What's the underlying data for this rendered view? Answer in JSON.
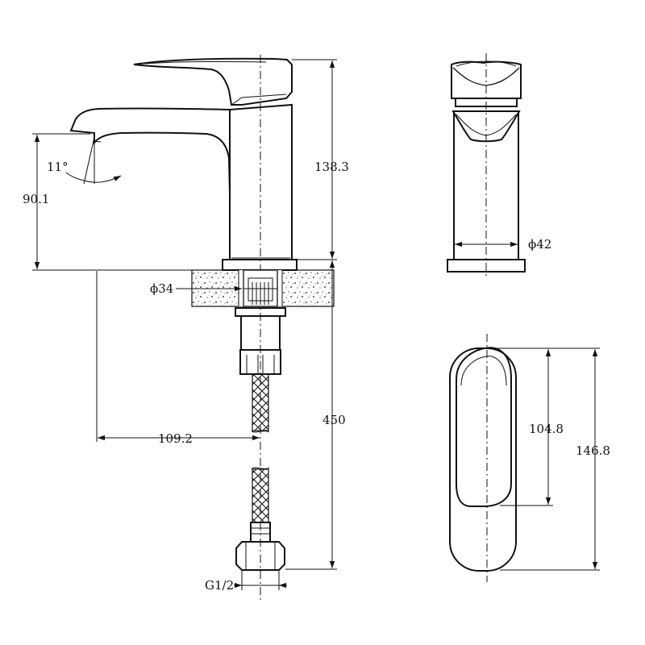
{
  "drawing": {
    "front_view": {
      "spout_angle": "11°",
      "spout_height": "90.1",
      "body_height": "138.3",
      "base_diameter": "ϕ34",
      "hose_length": "450",
      "reach": "109.2",
      "thread": "G1/2"
    },
    "side_view": {
      "body_diameter": "ϕ42"
    },
    "top_view": {
      "handle_inner_length": "104.8",
      "overall_length": "146.8"
    }
  },
  "colors": {
    "line": "#111111",
    "background": "#ffffff"
  }
}
